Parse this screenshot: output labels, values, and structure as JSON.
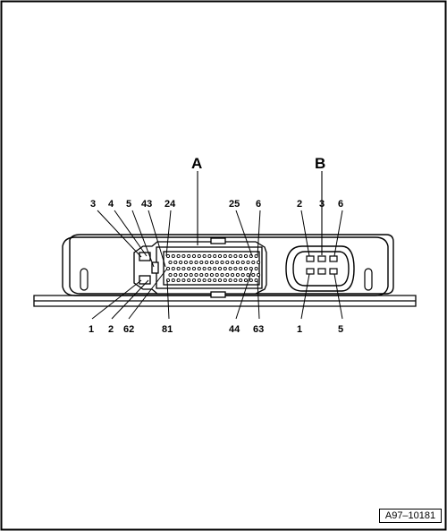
{
  "connectors": {
    "a": {
      "letter": "A",
      "pins": [
        "3",
        "4",
        "5",
        "43",
        "24",
        "25",
        "6",
        "1",
        "2",
        "62",
        "81",
        "44",
        "63"
      ]
    },
    "b": {
      "letter": "B",
      "pins": [
        "2",
        "3",
        "6",
        "1",
        "5"
      ]
    }
  },
  "figure_id": "A97–10181"
}
